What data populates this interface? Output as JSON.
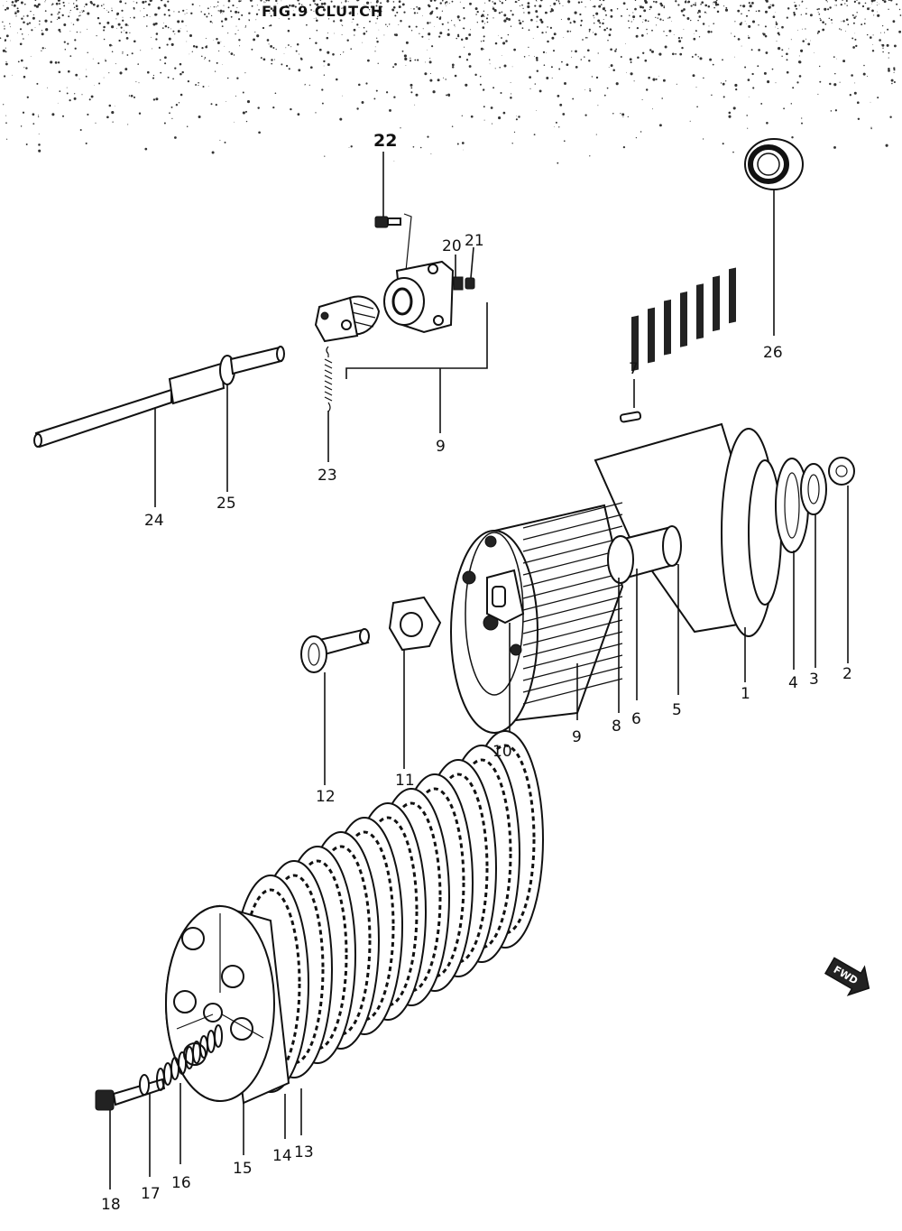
{
  "title": "FIG.9 CLUTCH",
  "direction_label": "FWD",
  "callouts": {
    "n1": "1",
    "n2": "2",
    "n3": "3",
    "n4": "4",
    "n5": "5",
    "n6": "6",
    "n7": "7",
    "n8": "8",
    "n9a": "9",
    "n9b": "9",
    "n10": "10",
    "n11": "11",
    "n12": "12",
    "n13": "13",
    "n14": "14",
    "n15": "15",
    "n16": "16",
    "n17": "17",
    "n18": "18",
    "n20": "20",
    "n21": "21",
    "n22": "22",
    "n23": "23",
    "n24": "24",
    "n25": "25",
    "n26": "26"
  }
}
